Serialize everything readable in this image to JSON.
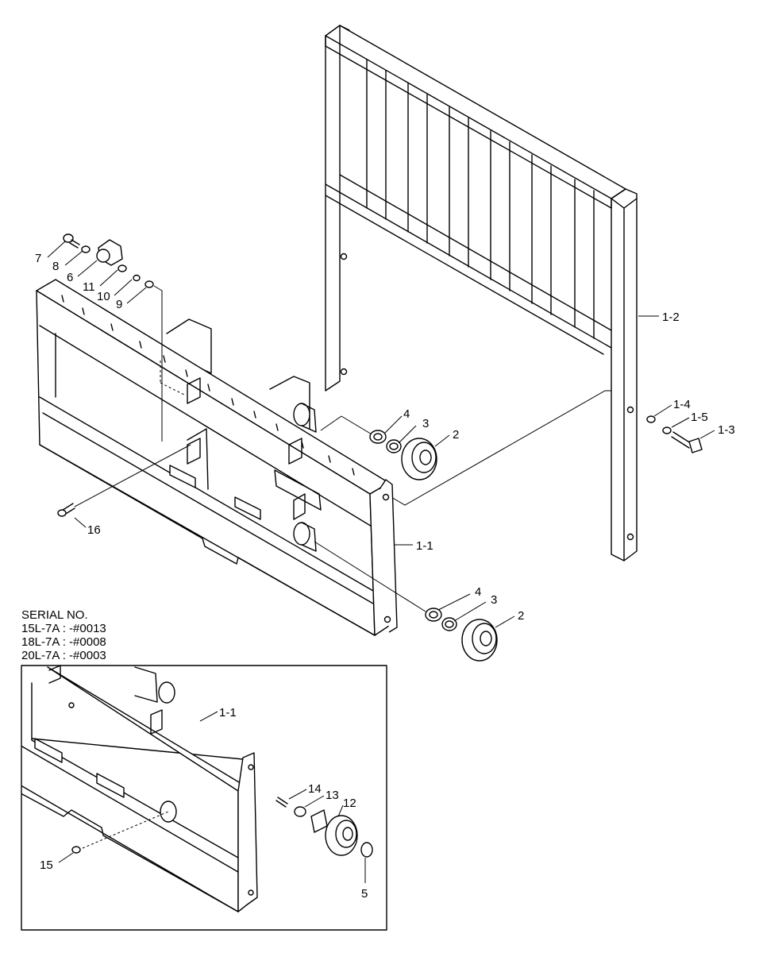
{
  "serial": {
    "heading": "SERIAL NO.",
    "lines": [
      "15L-7A : -#0013",
      "18L-7A : -#0008",
      "20L-7A : -#0003"
    ]
  },
  "callouts": {
    "c7": "7",
    "c8": "8",
    "c6": "6",
    "c11": "11",
    "c10": "10",
    "c9": "9",
    "c1_2": "1-2",
    "c4a": "4",
    "c3a": "3",
    "c2a": "2",
    "c1_4": "1-4",
    "c1_5": "1-5",
    "c1_3": "1-3",
    "c16": "16",
    "c1_1a": "1-1",
    "c4b": "4",
    "c3b": "3",
    "c2b": "2",
    "c1_1b": "1-1",
    "c14": "14",
    "c13": "13",
    "c12": "12",
    "c15": "15",
    "c5": "5"
  }
}
